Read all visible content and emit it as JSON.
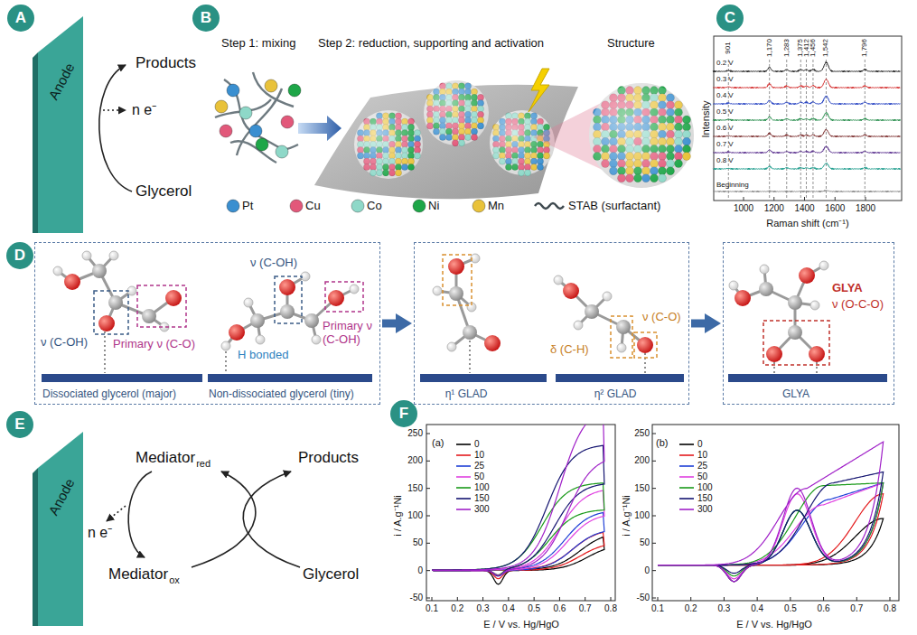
{
  "diagram": {
    "nodes": [
      {
        "text": [
          "A"
        ]
      },
      {
        "text": [
          "Anode"
        ]
      },
      {
        "text": [
          "B"
        ]
      },
      {
        "text": [
          "C"
        ]
      },
      {
        "text": [
          "D"
        ]
      },
      {
        "text": [
          "Dissociated glycerol (major)",
          "Non-dissociated glycerol (tiny)",
          "ν (C-OH)",
          "Primary ν (C-O)",
          "ν (C-OH)",
          "H bonded",
          "Primary ν (C-OH)"
        ]
      },
      {
        "text": [
          "η¹ GLAD",
          "η² GLAD",
          "ν (C-O)",
          "δ (C-H)"
        ]
      },
      {
        "text": [
          "GLYA",
          "ν (O-C-O)",
          "GLYA"
        ]
      },
      {
        "text": [
          "E"
        ]
      },
      {
        "text": [
          "Anode"
        ]
      },
      {
        "text": [
          "F"
        ]
      }
    ],
    "edges": [
      {
        "from": 5,
        "to": 6,
        "arrow": "to"
      },
      {
        "from": 6,
        "to": 7,
        "arrow": "to"
      }
    ],
    "labels": [
      "Products",
      "n e⁻",
      "Glycerol",
      "Step 1: mixing",
      "Step 2: reduction, supporting and activation",
      "Structure",
      "Intensity",
      "Raman shift (cm⁻¹)",
      "1000",
      "1200",
      "1400",
      "1600",
      "1800",
      "901",
      "1,170",
      "1,283",
      "1,375",
      "1,412",
      "1,456",
      "1,542",
      "1,796",
      "0.2 V",
      "0.3 V",
      "0.4 V",
      "0.5 V",
      "0.6 V",
      "0.7 V",
      "0.8 V",
      "Beginning",
      "Mediator",
      "red",
      "Products",
      "Mediator",
      "ox",
      "Glycerol",
      "n e⁻",
      "(a)",
      "i / A.g⁻¹Ni",
      "E / V vs. Hg/HgO",
      "250",
      "200",
      "150",
      "100",
      "50",
      "0",
      "-50",
      "0.1",
      "0.2",
      "0.3",
      "0.4",
      "0.5",
      "0.6",
      "0.7",
      "0.8",
      "(b)",
      "i / A.g⁻¹Ni",
      "E / V vs. Hg/HgO",
      "250",
      "200",
      "150",
      "100",
      "50",
      "0",
      "-50",
      "0.1",
      "0.2",
      "0.3",
      "0.4",
      "0.5",
      "0.6",
      "0.7",
      "0.8"
    ],
    "legend": [
      {
        "text": "Pt",
        "color": "#3a8fd0"
      },
      {
        "text": "Cu",
        "color": "#e2587a"
      },
      {
        "text": "Co",
        "color": "#8ed8c8"
      },
      {
        "text": "Ni",
        "color": "#1ea648"
      },
      {
        "text": "Mn",
        "color": "#e9c23a"
      },
      {
        "text": "STAB (surfactant)"
      },
      {
        "text": "0",
        "color": "#000000"
      },
      {
        "text": "10",
        "color": "#e41a1c"
      },
      {
        "text": "25",
        "color": "#1f3fd6"
      },
      {
        "text": "50",
        "color": "#e040e0"
      },
      {
        "text": "100",
        "color": "#1a9a1a"
      },
      {
        "text": "150",
        "color": "#141470"
      },
      {
        "text": "300",
        "color": "#a020c8"
      },
      {
        "text": "0",
        "color": "#000000"
      },
      {
        "text": "10",
        "color": "#e41a1c"
      },
      {
        "text": "25",
        "color": "#1f3fd6"
      },
      {
        "text": "50",
        "color": "#e040e0"
      },
      {
        "text": "100",
        "color": "#1a9a1a"
      },
      {
        "text": "150",
        "color": "#141470"
      },
      {
        "text": "300",
        "color": "#a020c8"
      }
    ]
  }
}
